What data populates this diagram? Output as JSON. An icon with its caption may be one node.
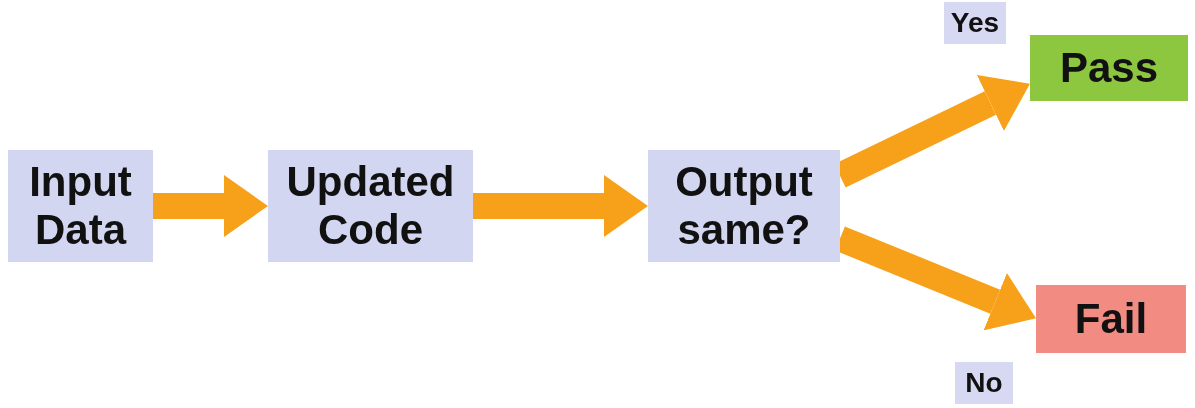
{
  "diagram": {
    "nodes": [
      {
        "text": [
          "Input Data"
        ]
      },
      {
        "text": [
          "Updated Code"
        ]
      },
      {
        "text": [
          "Output same?"
        ]
      },
      {
        "text": [
          "Pass"
        ]
      },
      {
        "text": [
          "Fail"
        ]
      }
    ],
    "edges": [
      {
        "from": 0,
        "to": 1,
        "arrow": "to"
      },
      {
        "from": 1,
        "to": 2,
        "arrow": "to"
      },
      {
        "from": 2,
        "to": 3,
        "arrow": "to",
        "label": "Yes"
      },
      {
        "from": 2,
        "to": 4,
        "arrow": "to",
        "label": "No"
      }
    ]
  }
}
